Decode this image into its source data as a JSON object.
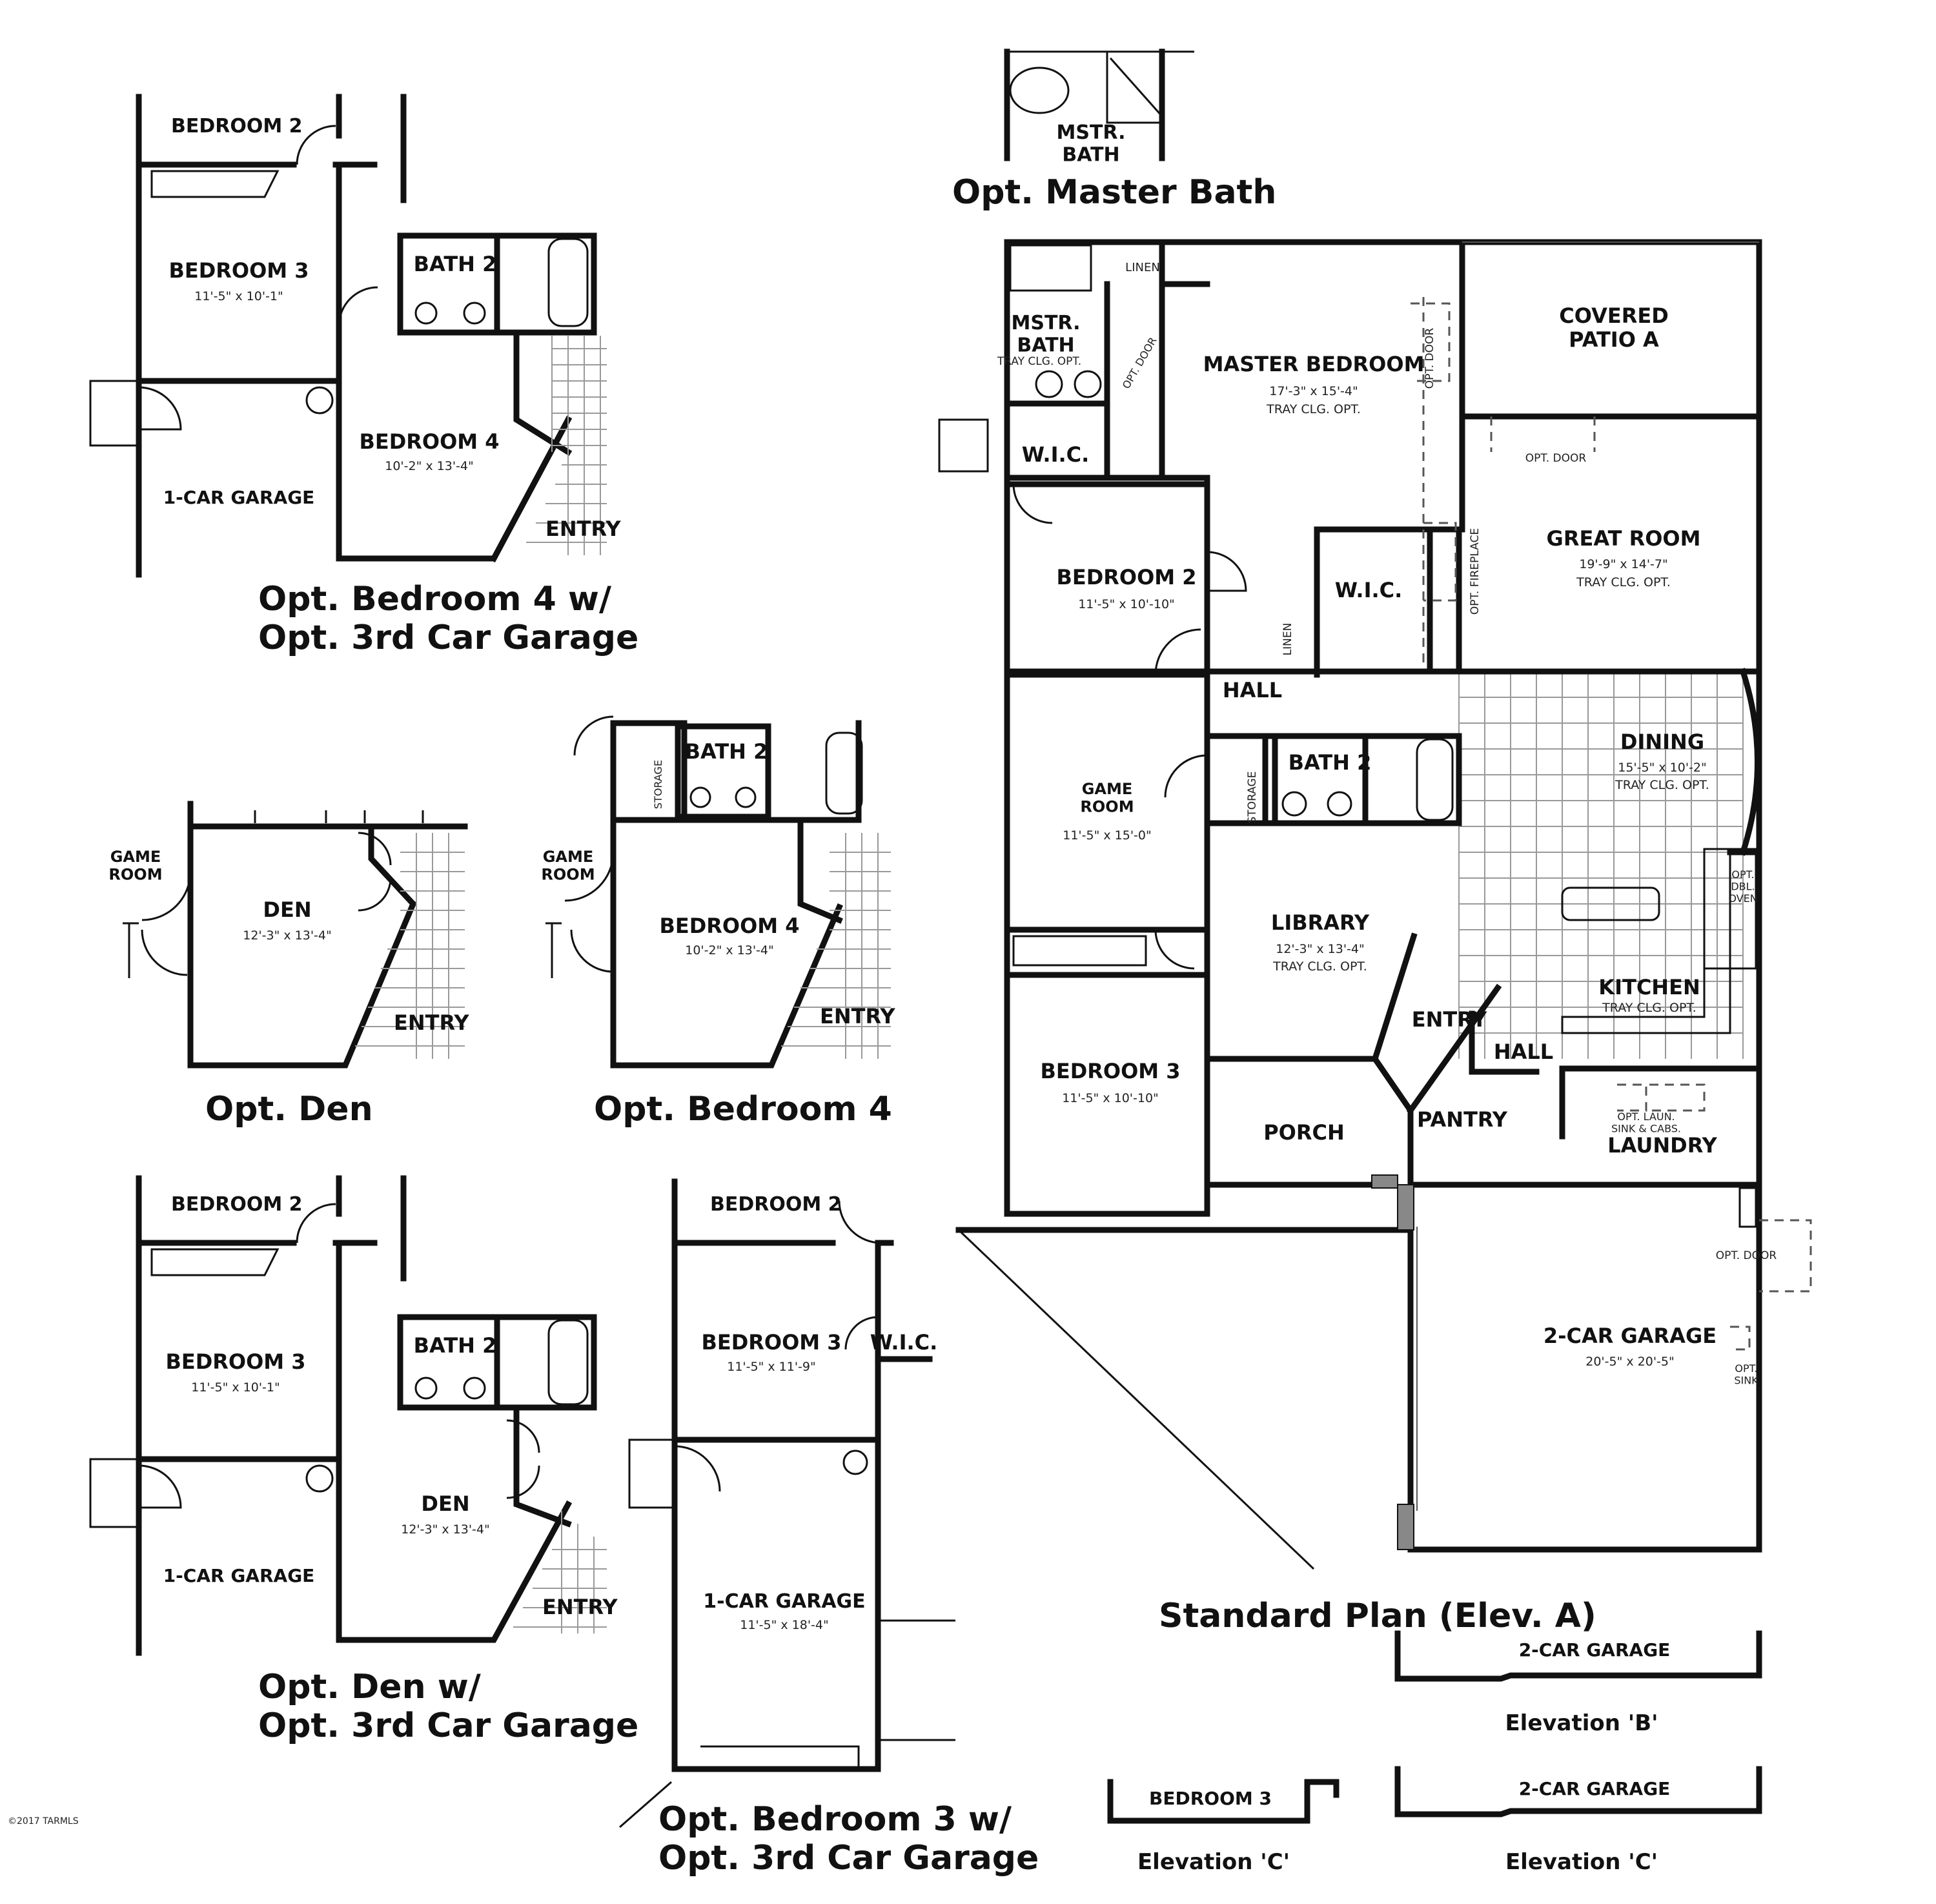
{
  "standard": {
    "caption": "Standard Plan (Elev. A)",
    "master_bath": "MSTR.\nBATH",
    "master_bath_note": "TRAY CLG. OPT.",
    "opt_door": "OPT. DOOR",
    "linen": "LINEN",
    "master_bedroom": "MASTER BEDROOM",
    "master_bedroom_dim": "17'-3\" x 15'-4\"",
    "master_bedroom_note": "TRAY CLG. OPT.",
    "opt_door_2": "OPT. DOOR",
    "covered_patio": "COVERED\nPATIO A",
    "wic_1": "W.I.C.",
    "opt_door_3": "OPT. DOOR",
    "great_room": "GREAT ROOM",
    "great_room_dim": "19'-9\" x 14'-7\"",
    "great_room_note": "TRAY CLG. OPT.",
    "opt_fireplace": "OPT. FIREPLACE",
    "bedroom_2": "BEDROOM 2",
    "bedroom_2_dim": "11'-5\" x 10'-10\"",
    "wic_2": "W.I.C.",
    "linen_2": "LINEN",
    "hall": "HALL",
    "dining": "DINING",
    "dining_dim": "15'-5\" x 10'-2\"",
    "dining_note": "TRAY CLG. OPT.",
    "game_room": "GAME\nROOM",
    "game_room_dim": "11'-5\" x 15'-0\"",
    "storage": "STORAGE",
    "bath_2": "BATH 2",
    "opt_dbl_oven": "OPT.\nDBL.\nOVEN",
    "library": "LIBRARY",
    "library_dim": "12'-3\" x 13'-4\"",
    "library_note": "TRAY CLG. OPT.",
    "kitchen": "KITCHEN",
    "kitchen_note": "TRAY CLG. OPT.",
    "entry": "ENTRY",
    "hall_2": "HALL",
    "bedroom_3": "BEDROOM 3",
    "bedroom_3_dim": "11'-5\" x 10'-10\"",
    "pantry": "PANTRY",
    "porch": "PORCH",
    "opt_laun": "OPT. LAUN.\nSINK & CABS.",
    "laundry": "LAUNDRY",
    "opt_door_4": "OPT. DOOR",
    "garage": "2-CAR GARAGE",
    "garage_dim": "20'-5\" x 20'-5\"",
    "opt_sink": "OPT.\nSINK"
  },
  "opt_master_bath": {
    "caption": "Opt. Master Bath",
    "label": "MSTR.\nBATH"
  },
  "opt_bed4_garage": {
    "caption": "Opt. Bedroom 4 w/\nOpt. 3rd Car Garage",
    "bedroom_2": "BEDROOM 2",
    "bedroom_3": "BEDROOM 3",
    "bedroom_3_dim": "11'-5\" x 10'-1\"",
    "bath_2": "BATH 2",
    "bedroom_4": "BEDROOM 4",
    "bedroom_4_dim": "10'-2\" x 13'-4\"",
    "garage": "1-CAR GARAGE",
    "entry": "ENTRY"
  },
  "opt_den": {
    "caption": "Opt. Den",
    "game_room": "GAME\nROOM",
    "den": "DEN",
    "den_dim": "12'-3\" x 13'-4\"",
    "entry": "ENTRY"
  },
  "opt_bed4": {
    "caption": "Opt. Bedroom 4",
    "game_room": "GAME\nROOM",
    "storage": "STORAGE",
    "bath_2": "BATH 2",
    "bedroom_4": "BEDROOM 4",
    "bedroom_4_dim": "10'-2\" x 13'-4\"",
    "entry": "ENTRY"
  },
  "opt_den_garage": {
    "caption": "Opt. Den w/\nOpt. 3rd Car Garage",
    "bedroom_2": "BEDROOM 2",
    "bedroom_3": "BEDROOM 3",
    "bedroom_3_dim": "11'-5\" x 10'-1\"",
    "bath_2": "BATH 2",
    "den": "DEN",
    "den_dim": "12'-3\" x 13'-4\"",
    "garage": "1-CAR GARAGE",
    "entry": "ENTRY"
  },
  "opt_bed3_garage": {
    "caption": "Opt. Bedroom 3 w/\nOpt. 3rd Car Garage",
    "bedroom_2": "BEDROOM 2",
    "bedroom_3": "BEDROOM 3",
    "bedroom_3_dim": "11'-5\" x 11'-9\"",
    "wic": "W.I.C.",
    "garage": "1-CAR GARAGE",
    "garage_dim": "11'-5\" x 18'-4\""
  },
  "elev_b": {
    "label": "2-CAR GARAGE",
    "caption": "Elevation 'B'"
  },
  "elev_c_garage": {
    "label": "2-CAR GARAGE",
    "caption": "Elevation 'C'"
  },
  "elev_c_bed": {
    "label": "BEDROOM 3",
    "caption": "Elevation 'C'"
  },
  "copyright": "©2017 TARMLS"
}
